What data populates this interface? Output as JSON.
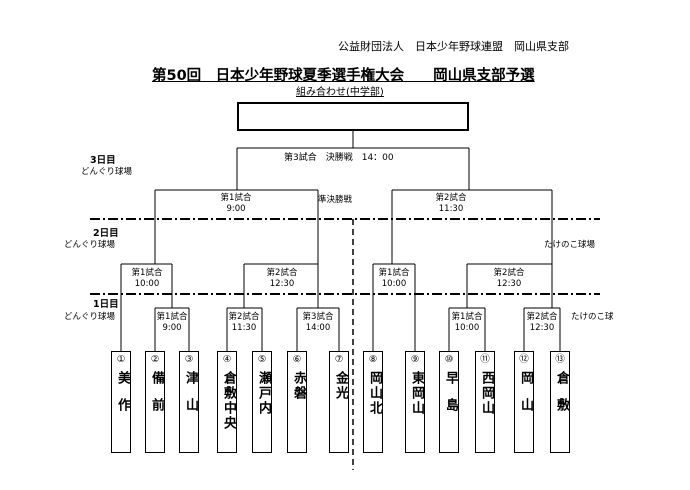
{
  "header": {
    "organization": "公益財団法人　日本少年野球連盟　岡山県支部",
    "title": "第50回　日本少年野球夏季選手権大会　　岡山県支部予選",
    "subtitle": "組み合わせ(中学部)"
  },
  "days": {
    "day3": {
      "label": "3日目",
      "venue": "どんぐり球場"
    },
    "day2": {
      "label": "2日目",
      "venue": "どんぐり球場",
      "venue_right": "たけのこ球場"
    },
    "day1": {
      "label": "1日目",
      "venue": "どんぐり球場",
      "venue_right": "たけのこ球"
    }
  },
  "rounds": {
    "final": "第3試合　決勝戦　14：00",
    "semifinal": "準決勝戦"
  },
  "matches": {
    "d2_left": {
      "game": "第1試合",
      "time": "9:00"
    },
    "d2_right": {
      "game": "第2試合",
      "time": "11:30"
    },
    "qf1": {
      "game": "第1試合",
      "time": "10:00"
    },
    "qf2": {
      "game": "第2試合",
      "time": "12:30"
    },
    "qf3": {
      "game": "第1試合",
      "time": "10:00"
    },
    "qf4": {
      "game": "第2試合",
      "time": "12:30"
    },
    "r1a": {
      "game": "第1試合",
      "time": "9:00"
    },
    "r1b": {
      "game": "第2試合",
      "time": "11:30"
    },
    "r1c": {
      "game": "第3試合",
      "time": "14:00"
    },
    "r1d": {
      "game": "第1試合",
      "time": "10:00"
    },
    "r1e": {
      "game": "第2試合",
      "time": "12:30"
    }
  },
  "teams": [
    {
      "num": "①",
      "name": "美作"
    },
    {
      "num": "②",
      "name": "備前"
    },
    {
      "num": "③",
      "name": "津山"
    },
    {
      "num": "④",
      "name": "倉敷中央"
    },
    {
      "num": "⑤",
      "name": "瀬戸内"
    },
    {
      "num": "⑥",
      "name": "赤磐"
    },
    {
      "num": "⑦",
      "name": "金光"
    },
    {
      "num": "⑧",
      "name": "岡山北"
    },
    {
      "num": "⑨",
      "name": "東岡山"
    },
    {
      "num": "⑩",
      "name": "早島"
    },
    {
      "num": "⑪",
      "name": "西岡山"
    },
    {
      "num": "⑫",
      "name": "岡山"
    },
    {
      "num": "⑬",
      "name": "倉敷"
    }
  ]
}
